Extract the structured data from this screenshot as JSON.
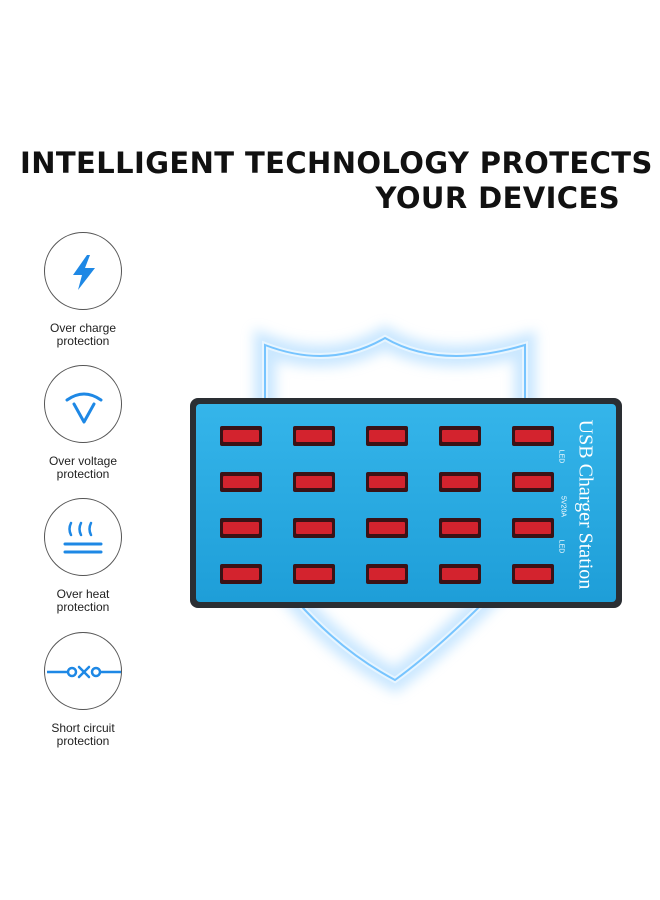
{
  "headline": {
    "line1": "INTELLIGENT TECHNOLOGY PROTECTS",
    "line2": "YOUR DEVICES"
  },
  "features": [
    {
      "icon": "lightning-icon",
      "line1": "Over charge",
      "line2": "protection"
    },
    {
      "icon": "voltage-icon",
      "line1": "Over voltage",
      "line2": "protection"
    },
    {
      "icon": "heat-icon",
      "line1": "Over heat",
      "line2": "protection"
    },
    {
      "icon": "short-circuit-icon",
      "line1": "Short circuit",
      "line2": "protection"
    }
  ],
  "product": {
    "brand_text": "USB Charger Station",
    "rating_text": "5V20A",
    "led_top": "LED",
    "led_bottom": "LED",
    "port_count": 20
  },
  "colors": {
    "accent_blue": "#1E88E5",
    "device_blue": "#29A8E0",
    "port_red": "#D3232E"
  }
}
